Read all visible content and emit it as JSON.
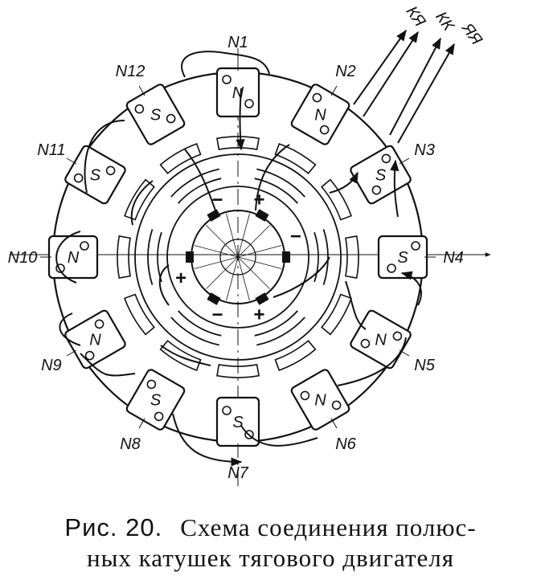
{
  "poles": [
    {
      "label": "N1",
      "polarity": "N",
      "angle": 0
    },
    {
      "label": "N2",
      "polarity": "N",
      "angle": 30
    },
    {
      "label": "N3",
      "polarity": "S",
      "angle": 60
    },
    {
      "label": "N4",
      "polarity": "S",
      "angle": 90
    },
    {
      "label": "N5",
      "polarity": "N",
      "angle": 120
    },
    {
      "label": "N6",
      "polarity": "N",
      "angle": 150
    },
    {
      "label": "N7",
      "polarity": "S",
      "angle": 180
    },
    {
      "label": "N8",
      "polarity": "S",
      "angle": 210
    },
    {
      "label": "N9",
      "polarity": "N",
      "angle": 240
    },
    {
      "label": "N10",
      "polarity": "N",
      "angle": 270
    },
    {
      "label": "N11",
      "polarity": "S",
      "angle": 300
    },
    {
      "label": "N12",
      "polarity": "S",
      "angle": 330
    }
  ],
  "brush_signs": [
    {
      "text": "−",
      "angle": -20
    },
    {
      "text": "+",
      "angle": 20
    },
    {
      "text": "−",
      "angle": 70
    },
    {
      "text": "+",
      "angle": 250
    },
    {
      "text": "−",
      "angle": 200
    },
    {
      "text": "+",
      "angle": 160
    }
  ],
  "terminals": [
    "КЯ",
    "КК",
    "ЯЯ"
  ],
  "caption": {
    "fig": "Рис. 20.",
    "line1": "Схема соединения полюс-",
    "line2": "ных катушек тягового двигателя"
  }
}
